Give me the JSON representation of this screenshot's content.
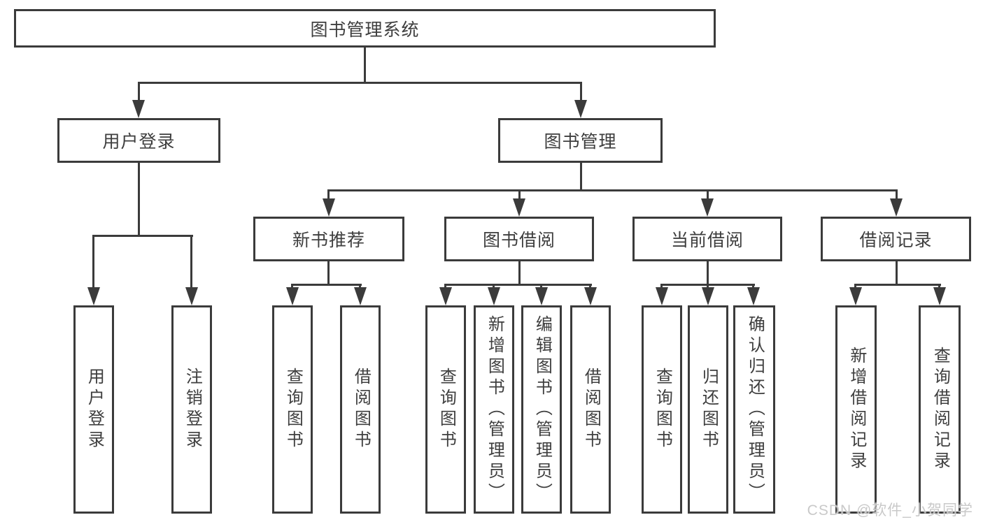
{
  "root": {
    "label": "图书管理系统"
  },
  "branches": {
    "user_login": {
      "label": "用户登录",
      "children": [
        {
          "label": "用户登录"
        },
        {
          "label": "注销登录"
        }
      ]
    },
    "book_management": {
      "label": "图书管理",
      "sections": {
        "new_book_recommendation": {
          "label": "新书推荐",
          "children": [
            {
              "label": "查询图书"
            },
            {
              "label": "借阅图书"
            }
          ]
        },
        "book_borrowing": {
          "label": "图书借阅",
          "children": [
            {
              "label": "查询图书"
            },
            {
              "label": "新增图书（管理员）"
            },
            {
              "label": "编辑图书（管理员）"
            },
            {
              "label": "借阅图书"
            }
          ]
        },
        "current_borrowing": {
          "label": "当前借阅",
          "children": [
            {
              "label": "查询图书"
            },
            {
              "label": "归还图书"
            },
            {
              "label": "确认归还（管理员）"
            }
          ]
        },
        "borrowing_records": {
          "label": "借阅记录",
          "children": [
            {
              "label": "新增借阅记录"
            },
            {
              "label": "查询借阅记录"
            }
          ]
        }
      }
    }
  },
  "watermark": {
    "text": "CSDN @软件_小贺同学"
  },
  "colors": {
    "line": "#3b3b3b",
    "text": "#3e3e3e",
    "background": "#ffffff",
    "watermark": "#c9c9c9"
  }
}
